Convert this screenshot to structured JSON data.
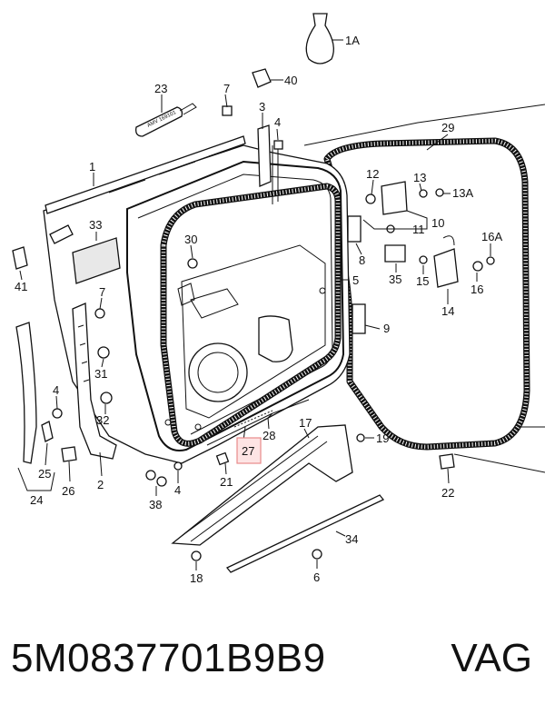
{
  "diagram": {
    "callouts": [
      {
        "id": "1A",
        "text": "1A"
      },
      {
        "id": "40",
        "text": "40"
      },
      {
        "id": "23",
        "text": "23"
      },
      {
        "id": "7a",
        "text": "7"
      },
      {
        "id": "3",
        "text": "3"
      },
      {
        "id": "4a",
        "text": "4"
      },
      {
        "id": "29",
        "text": "29"
      },
      {
        "id": "1",
        "text": "1"
      },
      {
        "id": "12",
        "text": "12"
      },
      {
        "id": "13",
        "text": "13"
      },
      {
        "id": "13A",
        "text": "13A"
      },
      {
        "id": "33",
        "text": "33"
      },
      {
        "id": "30",
        "text": "30"
      },
      {
        "id": "11",
        "text": "11"
      },
      {
        "id": "10",
        "text": "10"
      },
      {
        "id": "8",
        "text": "8"
      },
      {
        "id": "16A",
        "text": "16A"
      },
      {
        "id": "35",
        "text": "35"
      },
      {
        "id": "15",
        "text": "15"
      },
      {
        "id": "16",
        "text": "16"
      },
      {
        "id": "41",
        "text": "41"
      },
      {
        "id": "7b",
        "text": "7"
      },
      {
        "id": "5",
        "text": "5"
      },
      {
        "id": "14",
        "text": "14"
      },
      {
        "id": "9",
        "text": "9"
      },
      {
        "id": "31",
        "text": "31"
      },
      {
        "id": "4b",
        "text": "4"
      },
      {
        "id": "32",
        "text": "32"
      },
      {
        "id": "17",
        "text": "17"
      },
      {
        "id": "19",
        "text": "19"
      },
      {
        "id": "28",
        "text": "28"
      },
      {
        "id": "25",
        "text": "25"
      },
      {
        "id": "21",
        "text": "21"
      },
      {
        "id": "2",
        "text": "2"
      },
      {
        "id": "4c",
        "text": "4"
      },
      {
        "id": "26",
        "text": "26"
      },
      {
        "id": "22",
        "text": "22"
      },
      {
        "id": "24",
        "text": "24"
      },
      {
        "id": "38",
        "text": "38"
      },
      {
        "id": "34",
        "text": "34"
      },
      {
        "id": "18",
        "text": "18"
      },
      {
        "id": "6",
        "text": "6"
      }
    ],
    "highlight": {
      "text": "27",
      "fill": "#fde4e4",
      "stroke": "#e88a8a"
    },
    "adhesive_label": "AMV 169101"
  },
  "footer": {
    "part_number": "5M0837701B9B9",
    "brand": "VAG"
  }
}
